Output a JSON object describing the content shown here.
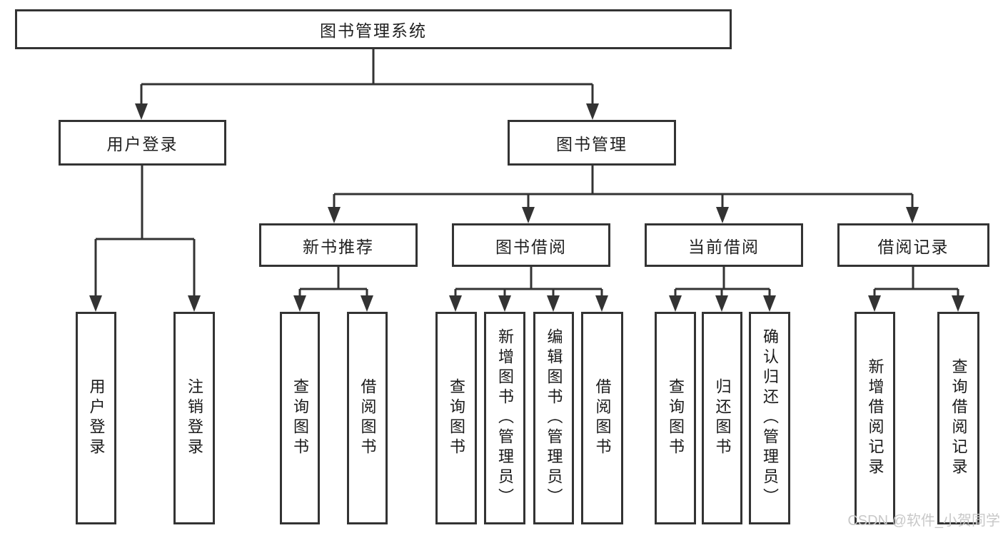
{
  "diagram": {
    "nodes": {
      "root": {
        "label": "图书管理系统"
      },
      "userLogin": {
        "label": "用户登录"
      },
      "bookMgmt": {
        "label": "图书管理"
      },
      "newBookRec": {
        "label": "新书推荐"
      },
      "bookBorrow": {
        "label": "图书借阅"
      },
      "currentBorrow": {
        "label": "当前借阅"
      },
      "borrowRecord": {
        "label": "借阅记录"
      }
    },
    "leaves": [
      {
        "label": "用户登录"
      },
      {
        "label": "注销登录"
      },
      {
        "label": "查询图书"
      },
      {
        "label": "借阅图书"
      },
      {
        "label": "查询图书"
      },
      {
        "label": "新增图书（管理员）"
      },
      {
        "label": "编辑图书（管理员）"
      },
      {
        "label": "借阅图书"
      },
      {
        "label": "查询图书"
      },
      {
        "label": "归还图书"
      },
      {
        "label": "确认归还（管理员）"
      },
      {
        "label": "新增借阅记录"
      },
      {
        "label": "查询借阅记录"
      }
    ]
  },
  "watermark": {
    "text": "CSDN @软件_小贺同学"
  },
  "colors": {
    "line": "#333333",
    "text": "#1f1f1f",
    "watermark": "#c8c8c8",
    "background": "#ffffff"
  }
}
